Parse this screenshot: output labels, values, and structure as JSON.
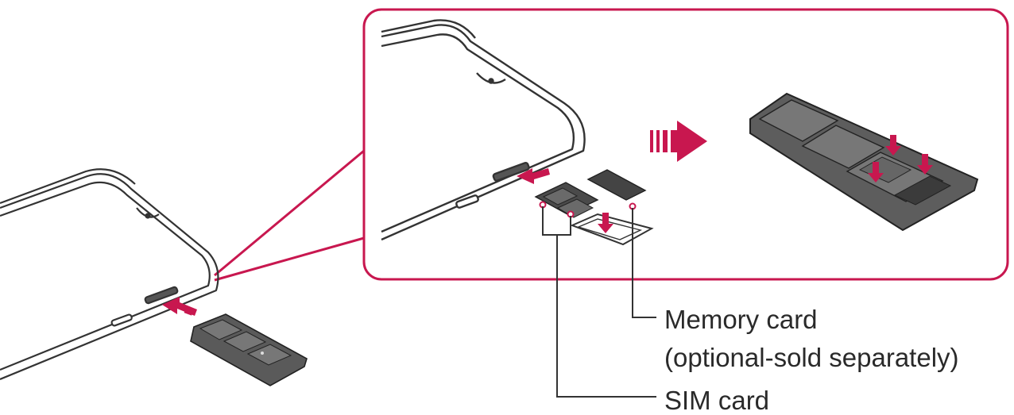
{
  "labels": {
    "memory_card": "Memory card",
    "memory_card_note": "(optional-sold separately)",
    "sim_card": "SIM card"
  },
  "colors": {
    "accent": "#c8174f",
    "line": "#333333",
    "tray": "#5a5a5a",
    "tray_dark": "#3b3b3b",
    "card": "#707070"
  }
}
